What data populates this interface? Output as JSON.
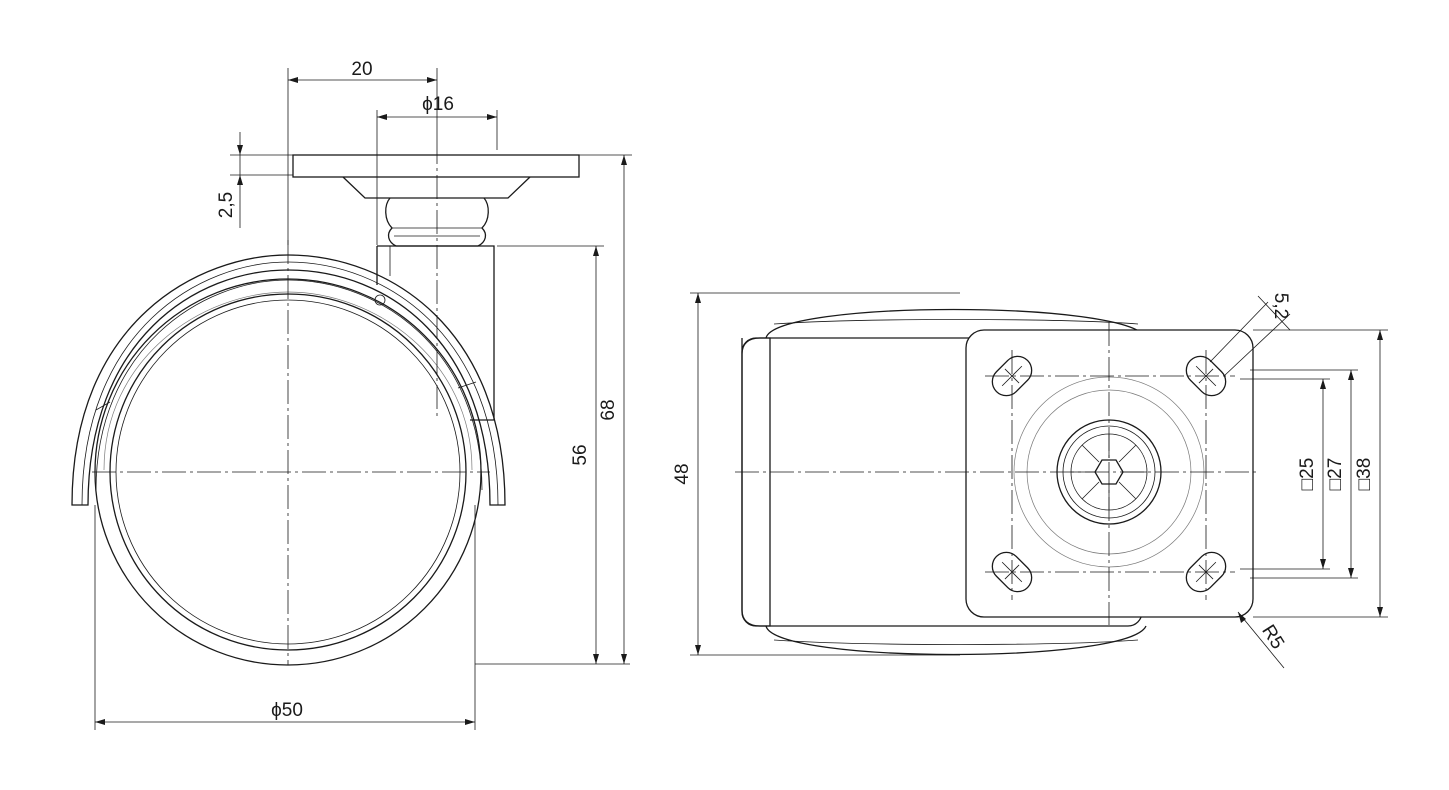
{
  "drawing": {
    "side_view": {
      "offset": "20",
      "stem_diameter": "ϕ16",
      "plate_thickness": "2,5",
      "height_to_stem": "56",
      "total_height": "68",
      "wheel_diameter": "ϕ50"
    },
    "top_view": {
      "width": "48",
      "hole_size": "5,2",
      "hole_spacing_small": "□25",
      "hole_spacing_mid": "□27",
      "plate_size": "□38",
      "corner_radius": "R5"
    }
  }
}
